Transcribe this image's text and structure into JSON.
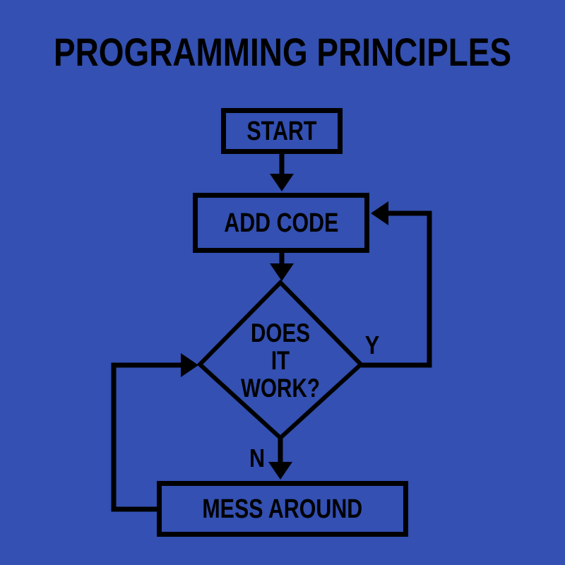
{
  "diagram": {
    "type": "flowchart",
    "title": "PROGRAMMING PRINCIPLES",
    "colors": {
      "background": "#3350b2",
      "line": "#000000",
      "text": "#000000"
    },
    "nodes": [
      {
        "id": "start",
        "shape": "rectangle",
        "label": "START"
      },
      {
        "id": "add-code",
        "shape": "rectangle",
        "label": "ADD CODE"
      },
      {
        "id": "does-it-work",
        "shape": "diamond",
        "label": "DOES IT WORK?",
        "lines": [
          "DOES",
          "IT",
          "WORK?"
        ]
      },
      {
        "id": "mess-around",
        "shape": "rectangle",
        "label": "MESS AROUND"
      }
    ],
    "edges": [
      {
        "from": "start",
        "to": "add-code",
        "label": ""
      },
      {
        "from": "add-code",
        "to": "does-it-work",
        "label": ""
      },
      {
        "from": "does-it-work",
        "to": "add-code",
        "label": "Y",
        "direction": "loop-right"
      },
      {
        "from": "does-it-work",
        "to": "mess-around",
        "label": "N"
      },
      {
        "from": "mess-around",
        "to": "does-it-work",
        "label": "",
        "direction": "loop-left"
      }
    ],
    "edge_labels": {
      "yes": "Y",
      "no": "N"
    }
  }
}
